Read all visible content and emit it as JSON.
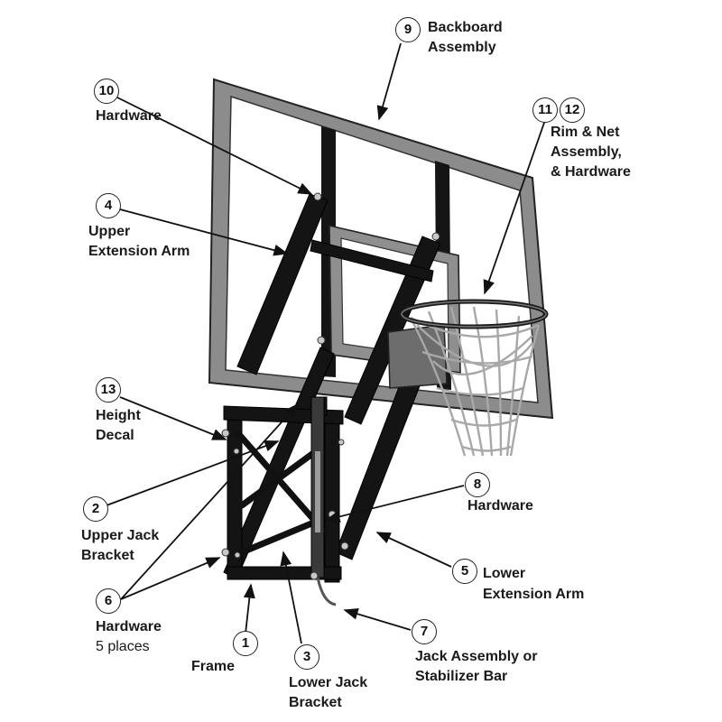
{
  "callouts": [
    {
      "number": "9",
      "lines": [
        "Backboard",
        "Assembly"
      ]
    },
    {
      "number": "10",
      "lines": [
        "Hardware"
      ]
    },
    {
      "number": "11",
      "lines": []
    },
    {
      "number": "12",
      "lines": [
        "Rim & Net",
        "Assembly,",
        "& Hardware"
      ]
    },
    {
      "number": "4",
      "lines": [
        "Upper",
        "Extension Arm"
      ]
    },
    {
      "number": "13",
      "lines": [
        "Height",
        "Decal"
      ]
    },
    {
      "number": "8",
      "lines": [
        "Hardware"
      ]
    },
    {
      "number": "2",
      "lines": [
        "Upper Jack",
        "Bracket"
      ]
    },
    {
      "number": "5",
      "lines": [
        "Lower",
        "Extension Arm"
      ]
    },
    {
      "number": "6",
      "lines": [
        "Hardware",
        "5 places"
      ]
    },
    {
      "number": "1",
      "lines": [
        "Frame"
      ]
    },
    {
      "number": "3",
      "lines": [
        "Lower Jack",
        "Bracket"
      ]
    },
    {
      "number": "7",
      "lines": [
        "Jack Assembly or",
        "Stabilizer Bar"
      ]
    }
  ]
}
